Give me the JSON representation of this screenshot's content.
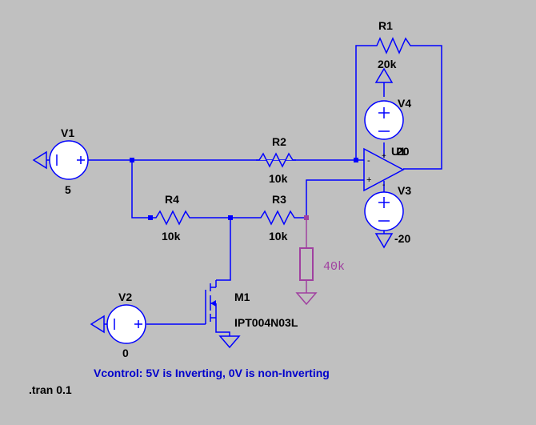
{
  "components": {
    "V1": {
      "name": "V1",
      "value": "5"
    },
    "V2": {
      "name": "V2",
      "value": "0"
    },
    "V3": {
      "name": "V3",
      "value": "-20"
    },
    "V4": {
      "name": "V4",
      "value": "20"
    },
    "U1": {
      "name": "U1"
    },
    "R1": {
      "name": "R1",
      "value": "20k"
    },
    "R2": {
      "name": "R2",
      "value": "10k"
    },
    "R3": {
      "name": "R3",
      "value": "10k"
    },
    "R4": {
      "name": "R4",
      "value": "10k"
    },
    "M1": {
      "name": "M1",
      "value": "IPT004N03L"
    },
    "load": {
      "value": "40k"
    }
  },
  "annotations": {
    "comment": "Vcontrol: 5V is Inverting, 0V is non-Inverting",
    "directive": ".tran 0.1"
  },
  "colors": {
    "background": "#C0C0C0",
    "wire": "#0000FF",
    "load_resistor": "#A040A0",
    "comment_text": "#0000CC",
    "label_text": "#000000"
  }
}
